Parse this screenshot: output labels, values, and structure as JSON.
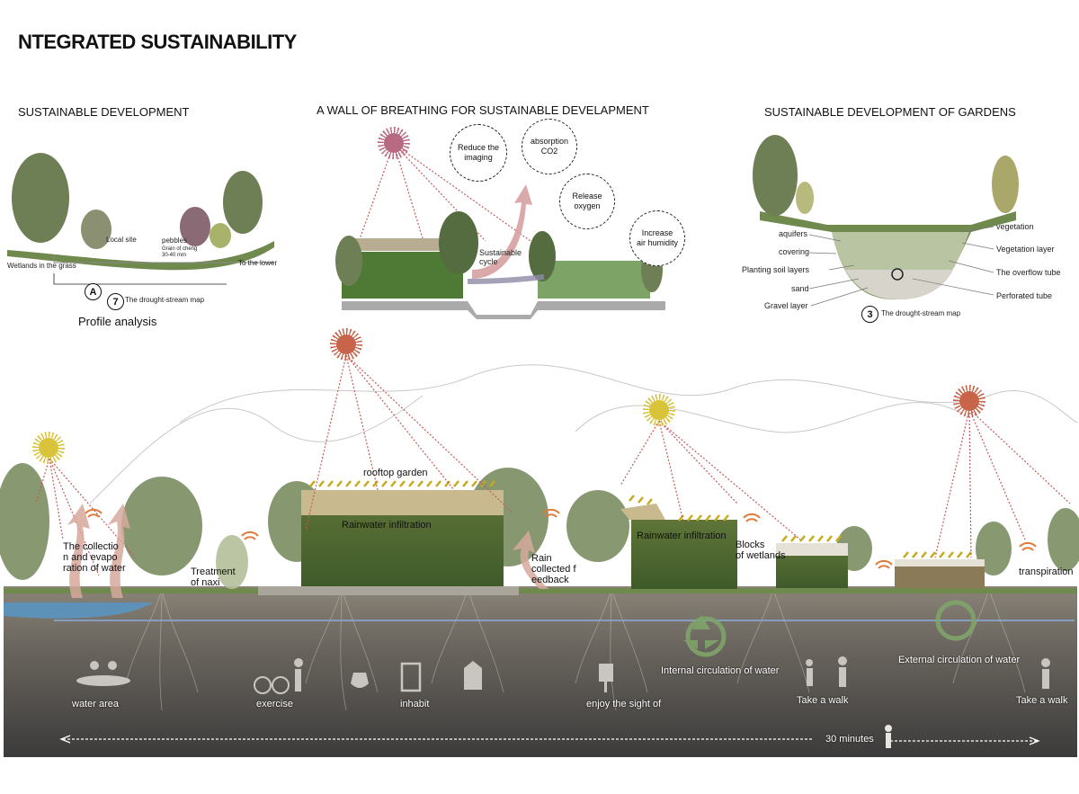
{
  "title": "NTEGRATED SUSTAINABILITY",
  "panel_left": {
    "heading": "SUSTAINABLE DEVELOPMENT",
    "labels": [
      "Local site",
      "pebbles",
      "Grain of cheng",
      "30-40 mm",
      "Wetlands in the grass",
      "To the lower"
    ],
    "marker": "A",
    "map_number": "7",
    "map_caption": "The drought-stream map",
    "profile": "Profile analysis"
  },
  "panel_mid": {
    "heading": "A WALL OF BREATHING FOR SUSTAINABLE DEVELAPMENT",
    "bubbles": [
      {
        "line1": "Reduce the",
        "line2": "imaging"
      },
      {
        "line1": "absorption",
        "line2": "CO2"
      },
      {
        "line1": "Release",
        "line2": "oxygen"
      },
      {
        "line1": "Increase",
        "line2": "air humidity"
      }
    ],
    "cycle_line1": "Sustainable",
    "cycle_line2": "cycle"
  },
  "panel_right": {
    "heading": "SUSTAINABLE DEVELOPMENT OF GARDENS",
    "left_labels": [
      "aquifers",
      "covering",
      "Planting soil layers",
      "sand",
      "Gravel layer"
    ],
    "right_labels": [
      "vegetation",
      "Vegetation layer",
      "The overflow tube",
      "Perforated tube"
    ],
    "map_number": "3",
    "map_caption": "The drought-stream map"
  },
  "section": {
    "collection": [
      "The collectio",
      "n and evapo",
      "ration of water"
    ],
    "treatment": [
      "Treatment",
      "of naxi"
    ],
    "rooftop": "rooftop garden",
    "rain_infil_1": "Rainwater infiltration",
    "rain_fb": [
      "Rain",
      "collected f",
      "eedback"
    ],
    "rain_infil_2": "Rainwater infiltration",
    "blocks": [
      "Blocks",
      "of wetlands"
    ],
    "transpiration": "transpiration",
    "internal": "Internal circulation of water",
    "external": "External circulation of water"
  },
  "activities": [
    "water area",
    "exercise",
    "inhabit",
    "enjoy the sight of",
    "Take a walk",
    "Take a walk"
  ],
  "scale": "30 minutes",
  "colors": {
    "sun_yellow": "#d8c33a",
    "sun_red": "#c8644a",
    "soil": "#5a5754",
    "foliage": "#6f8a4c",
    "water": "#5e91b7"
  }
}
